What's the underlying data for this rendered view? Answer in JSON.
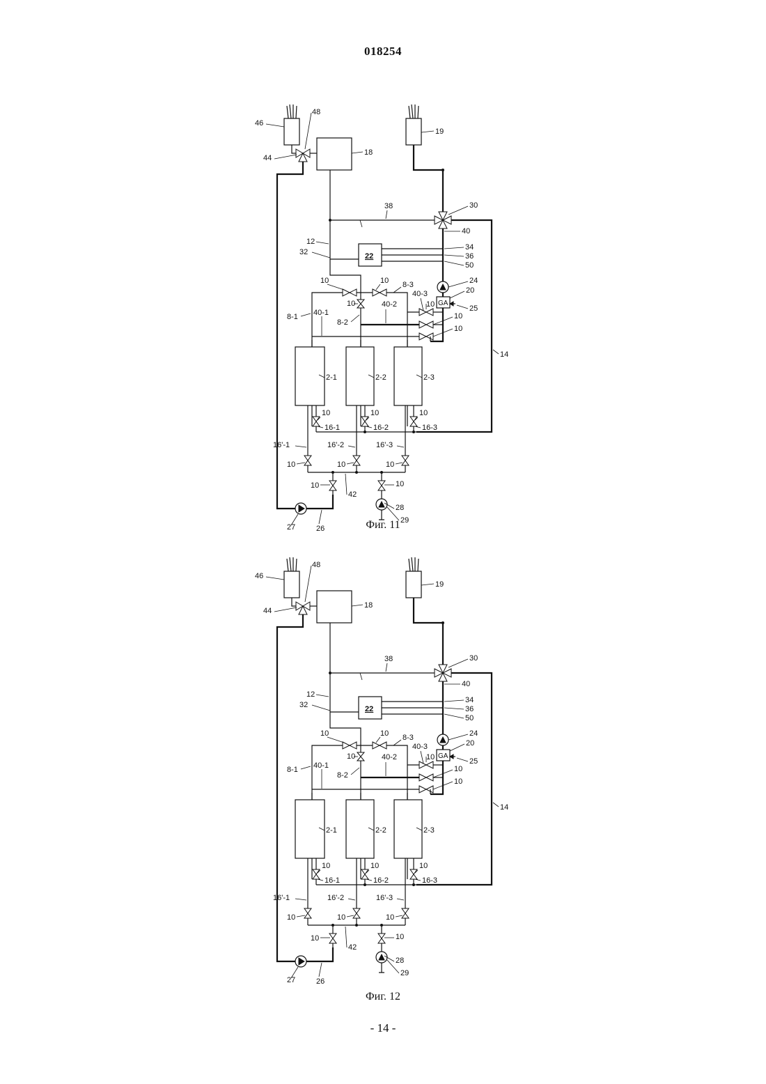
{
  "header": {
    "document_number": "018254"
  },
  "figures": [
    {
      "caption": "Фиг. 11",
      "labels": {
        "l46": "46",
        "l48": "48",
        "l44": "44",
        "l18": "18",
        "l19": "19",
        "l30": "30",
        "l38": "38",
        "l40": "40",
        "l12": "12",
        "l32": "32",
        "l22": "22",
        "l34": "34",
        "l36": "36",
        "l50": "50",
        "l24": "24",
        "l20": "20",
        "l25": "25",
        "lGA": "GA",
        "l8_1": "8-1",
        "l8_2": "8-2",
        "l8_3": "8-3",
        "l40_1": "40-1",
        "l40_2": "40-2",
        "l40_3": "40-3",
        "l14": "14",
        "l2_1": "2-1",
        "l2_2": "2-2",
        "l2_3": "2-3",
        "l16_1": "16-1",
        "l16_2": "16-2",
        "l16_3": "16-3",
        "l16p_1": "16'-1",
        "l16p_2": "16'-2",
        "l16p_3": "16'-3",
        "l42": "42",
        "l28": "28",
        "l29": "29",
        "l27": "27",
        "l26": "26",
        "v_a": "10",
        "v_b": "10",
        "v_c": "10",
        "v_d": "10",
        "v_e": "10",
        "v_f": "10",
        "v_g": "10",
        "v_h": "10",
        "v_i": "10",
        "v_j": "10",
        "v_k": "10",
        "v_l": "10",
        "v_m": "10",
        "v_n": "10"
      }
    },
    {
      "caption": "Фиг. 12",
      "labels": {
        "l46": "46",
        "l48": "48",
        "l44": "44",
        "l18": "18",
        "l19": "19",
        "l30": "30",
        "l38": "38",
        "l40": "40",
        "l12": "12",
        "l32": "32",
        "l22": "22",
        "l34": "34",
        "l36": "36",
        "l50": "50",
        "l24": "24",
        "l20": "20",
        "l25": "25",
        "lGA": "GA",
        "l8_1": "8-1",
        "l8_2": "8-2",
        "l8_3": "8-3",
        "l40_1": "40-1",
        "l40_2": "40-2",
        "l40_3": "40-3",
        "l14": "14",
        "l2_1": "2-1",
        "l2_2": "2-2",
        "l2_3": "2-3",
        "l16_1": "16-1",
        "l16_2": "16-2",
        "l16_3": "16-3",
        "l16p_1": "16'-1",
        "l16p_2": "16'-2",
        "l16p_3": "16'-3",
        "l42": "42",
        "l28": "28",
        "l29": "29",
        "l27": "27",
        "l26": "26",
        "v_a": "10",
        "v_b": "10",
        "v_c": "10",
        "v_d": "10",
        "v_e": "10",
        "v_f": "10",
        "v_g": "10",
        "v_h": "10",
        "v_i": "10",
        "v_j": "10",
        "v_k": "10",
        "v_l": "10",
        "v_m": "10",
        "v_n": "10"
      }
    }
  ],
  "footer": {
    "page_number": "- 14 -"
  }
}
